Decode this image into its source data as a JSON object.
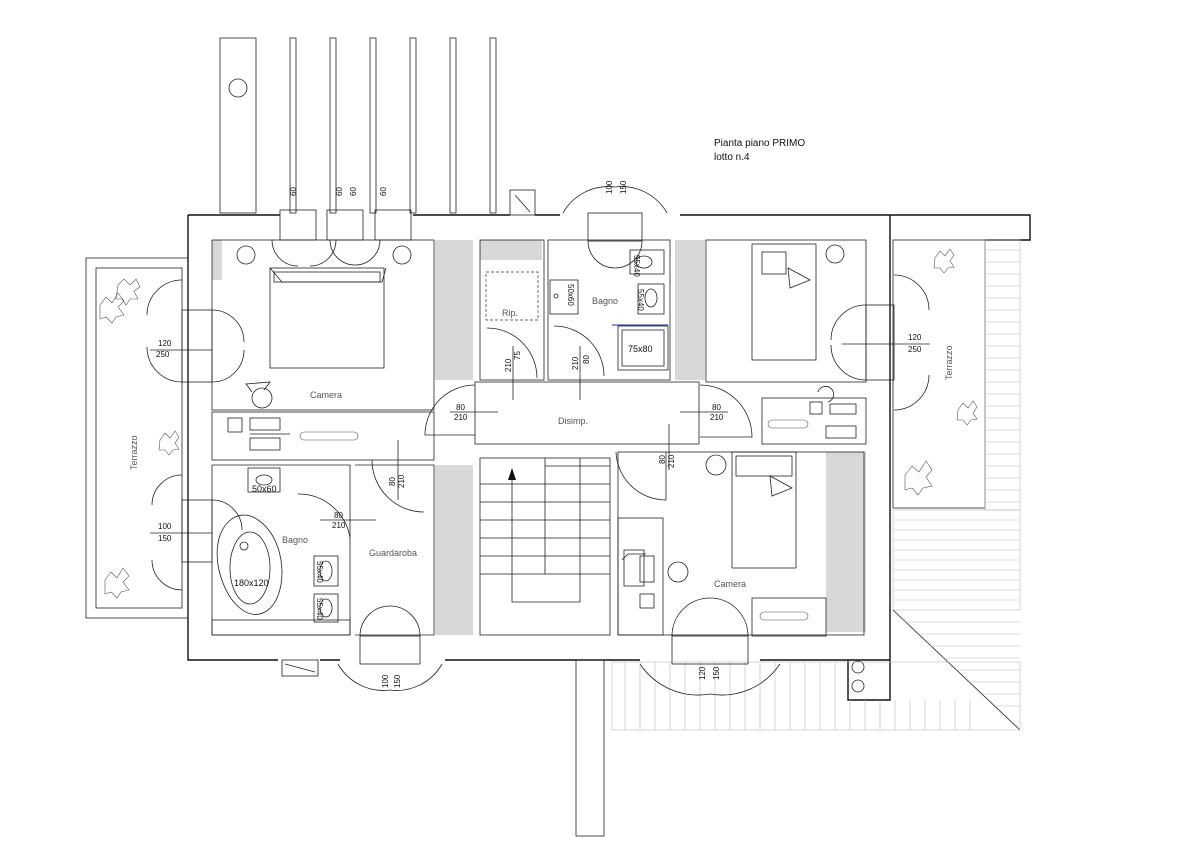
{
  "title": {
    "line1": "Pianta piano PRIMO",
    "line2": "lotto n.4"
  },
  "rooms": {
    "camera_nw": "Camera",
    "camera_se": "Camera",
    "bagno_top": "Bagno",
    "bagno_sw": "Bagno",
    "ripostiglio": "Rip.",
    "disimpegno": "Disimp.",
    "guardaroba": "Guardaroba",
    "terrazzo_w": "Terrazzo",
    "terrazzo_e": "Terrazzo"
  },
  "fixtures": {
    "shower": "75x80",
    "bathtub": "180x120",
    "sink_sw": "50x60",
    "sink_top": "50x60",
    "wc_a": "55x40",
    "wc_b": "55x40",
    "wc_c": "55x40",
    "wc_d": "55x40"
  },
  "dims": {
    "win_top_1": "60",
    "win_top_2": "60",
    "win_top_3": "60",
    "win_top_4": "60",
    "door_top_a": "100",
    "door_top_b": "150",
    "w_west_a": "120",
    "w_west_b": "250",
    "w_east_a": "120",
    "w_east_b": "250",
    "w_west2_a": "100",
    "w_west2_b": "150",
    "d_left_a": "80",
    "d_left_b": "210",
    "d_right_a": "80",
    "d_right_b": "210",
    "d_rip_a": "75",
    "d_rip_b": "210",
    "d_bagno_a": "80",
    "d_bagno_b": "210",
    "d_gua_a": "80",
    "d_gua_b": "210",
    "d_bagno2_a": "80",
    "d_bagno2_b": "210",
    "d_cam2_a": "80",
    "d_cam2_b": "210",
    "d_bot_a": "100",
    "d_bot_b": "150",
    "d_bot2_a": "120",
    "d_bot2_b": "150"
  }
}
